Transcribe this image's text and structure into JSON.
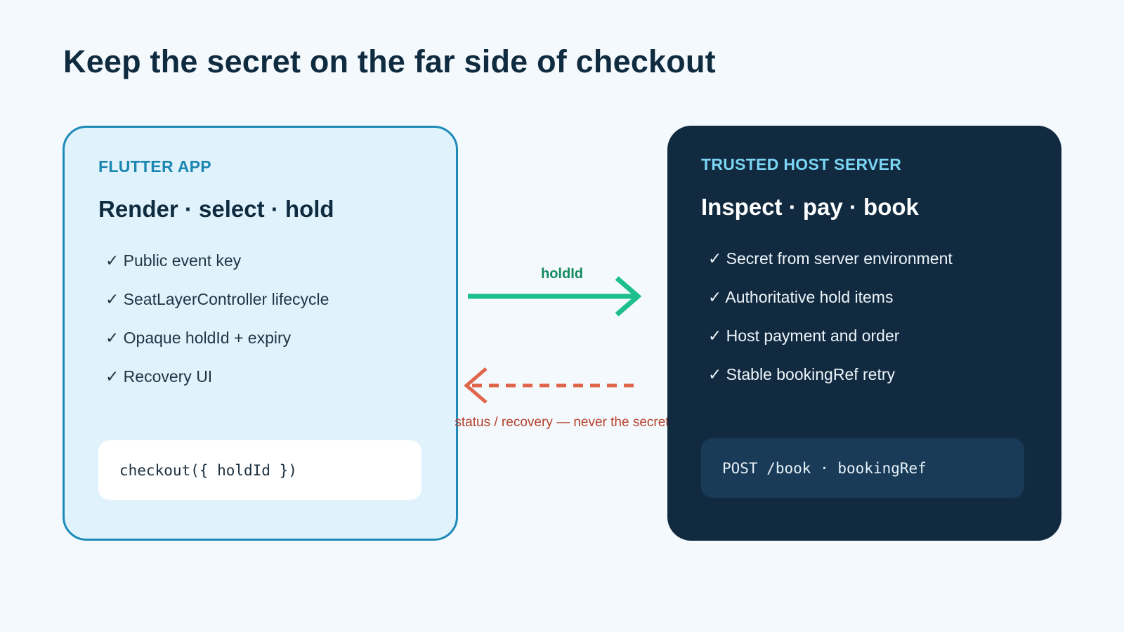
{
  "title": "Keep the secret on the far side of checkout",
  "left_panel": {
    "eyebrow": "FLUTTER APP",
    "heading": "Render · select · hold",
    "items": [
      "✓ Public event key",
      "✓ SeatLayerController lifecycle",
      "✓ Opaque holdId + expiry",
      "✓ Recovery UI"
    ],
    "code": "checkout({ holdId })"
  },
  "right_panel": {
    "eyebrow": "TRUSTED HOST SERVER",
    "heading": "Inspect · pay · book",
    "items": [
      "✓ Secret from server environment",
      "✓ Authoritative hold items",
      "✓ Host payment and order",
      "✓ Stable bookingRef retry"
    ],
    "code": "POST /book · bookingRef"
  },
  "flows": {
    "forward_label": "holdId",
    "return_label": "status / recovery — never the secret"
  },
  "colors": {
    "forward_arrow": "#1dbf8a",
    "return_arrow": "#e0664b",
    "left_border": "#1d8ab8",
    "right_background": "#112a40"
  }
}
